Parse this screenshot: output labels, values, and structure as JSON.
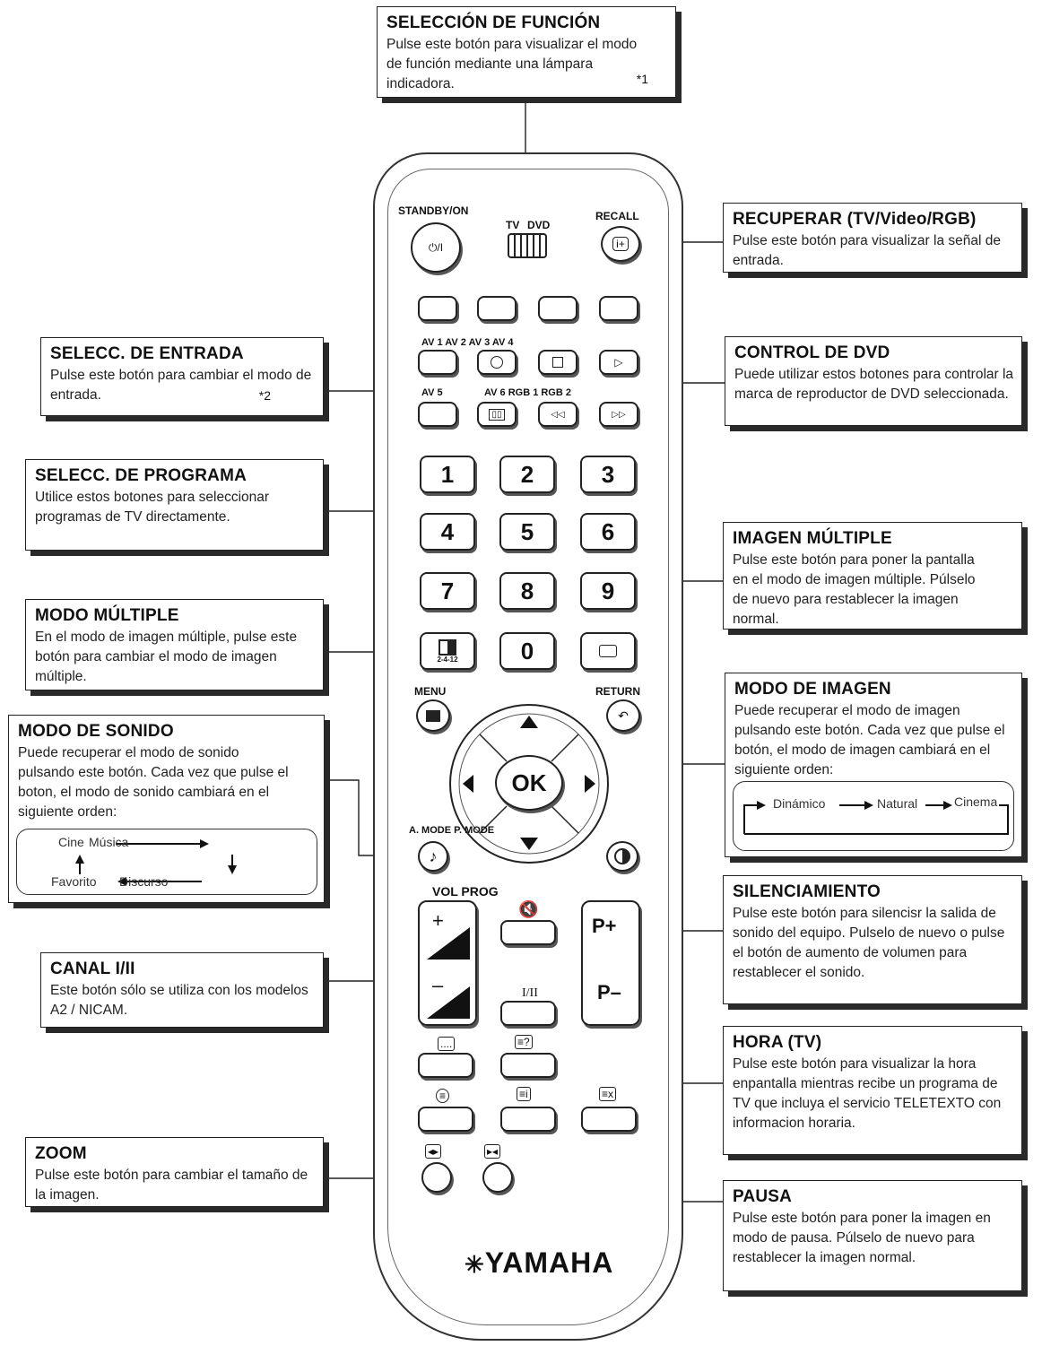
{
  "callouts": {
    "seleccion_funcion": {
      "title": "SELECCIÓN DE FUNCIÓN",
      "text": "Pulse este botón para visualizar el modo de función mediante una lámpara indicadora.",
      "note": "*1"
    },
    "recuperar": {
      "title": "RECUPERAR (TV/Video/RGB)",
      "text": "Pulse este botón para visualizar la señal de entrada."
    },
    "selecc_entrada": {
      "title": "SELECC. DE ENTRADA",
      "text": "Pulse este botón para cambiar el modo de entrada.",
      "note": "*2"
    },
    "control_dvd": {
      "title": "CONTROL DE DVD",
      "text": "Puede utilizar estos botones para controlar la marca de reproductor de DVD seleccionada."
    },
    "selecc_programa": {
      "title": "SELECC. DE PROGRAMA",
      "text": "Utilice estos botones para seleccionar programas de TV directamente."
    },
    "imagen_multiple": {
      "title": "IMAGEN MÚLTIPLE",
      "text": "Pulse este botón para poner la pantalla en el modo de imagen múltiple. Púlselo de nuevo para restablecer la imagen normal."
    },
    "modo_multiple": {
      "title": "MODO MÚLTIPLE",
      "text": "En el modo de imagen múltiple, pulse este botón para cambiar el modo de imagen múltiple."
    },
    "modo_imagen": {
      "title": "MODO DE IMAGEN",
      "text": "Puede recuperar el modo de imagen pulsando este botón. Cada vez que pulse el botón, el modo de imagen cambiará en el siguiente orden:",
      "sequence": [
        "Dinámico",
        "Natural",
        "Cinema"
      ]
    },
    "modo_sonido": {
      "title": "MODO DE SONIDO",
      "text": "Puede recuperar el modo de sonido pulsando este botón. Cada vez que pulse el boton, el modo de sonido cambiará en el siguiente orden:",
      "sequence": [
        "Cine",
        "Música",
        "Discurso",
        "Favorito"
      ]
    },
    "silenciamiento": {
      "title": "SILENCIAMIENTO",
      "text": "Pulse este botón para silencisr la salida de sonido del equipo. Pulselo de nuevo o pulse el botón de aumento de volumen para restablecer el sonido."
    },
    "canal": {
      "title": "CANAL I/II",
      "text": "Este botón sólo se utiliza con los modelos A2 / NICAM."
    },
    "hora": {
      "title": "HORA (TV)",
      "text": "Pulse este botón para visualizar la hora enpantalla mientras recibe un programa de TV que incluya el servicio TELETEXTO con informacion horaria."
    },
    "zoom": {
      "title": "ZOOM",
      "text": "Pulse este botón para cambiar el tamaño de la imagen."
    },
    "pausa": {
      "title": "PAUSA",
      "text": "Pulse este botón para poner la imagen en modo de pausa. Púlselo de nuevo para restablecer la imagen normal."
    }
  },
  "remote": {
    "standby_label": "STANDBY/ON",
    "standby_symbol": "⏻/I",
    "tv_label": "TV",
    "dvd_label": "DVD",
    "recall_label": "RECALL",
    "recall_symbol": "i+",
    "av_row1_label": "AV 1 AV 2 AV 3 AV 4",
    "av5_label": "AV 5",
    "av_row2_label": "AV 6 RGB 1 RGB 2",
    "numbers": [
      "1",
      "2",
      "3",
      "4",
      "5",
      "6",
      "7",
      "8",
      "9",
      "0"
    ],
    "multi_sub": "2-4-12",
    "menu_label": "MENU",
    "return_label": "RETURN",
    "ok_label": "OK",
    "amode_pmode_label": "A. MODE P. MODE",
    "vol_prog_label": "VOL PROG",
    "vol_plus": "+",
    "vol_minus": "–",
    "prog_plus": "P+",
    "prog_minus": "P–",
    "i_ii_label": "I/II",
    "brand": "YAMAHA"
  }
}
